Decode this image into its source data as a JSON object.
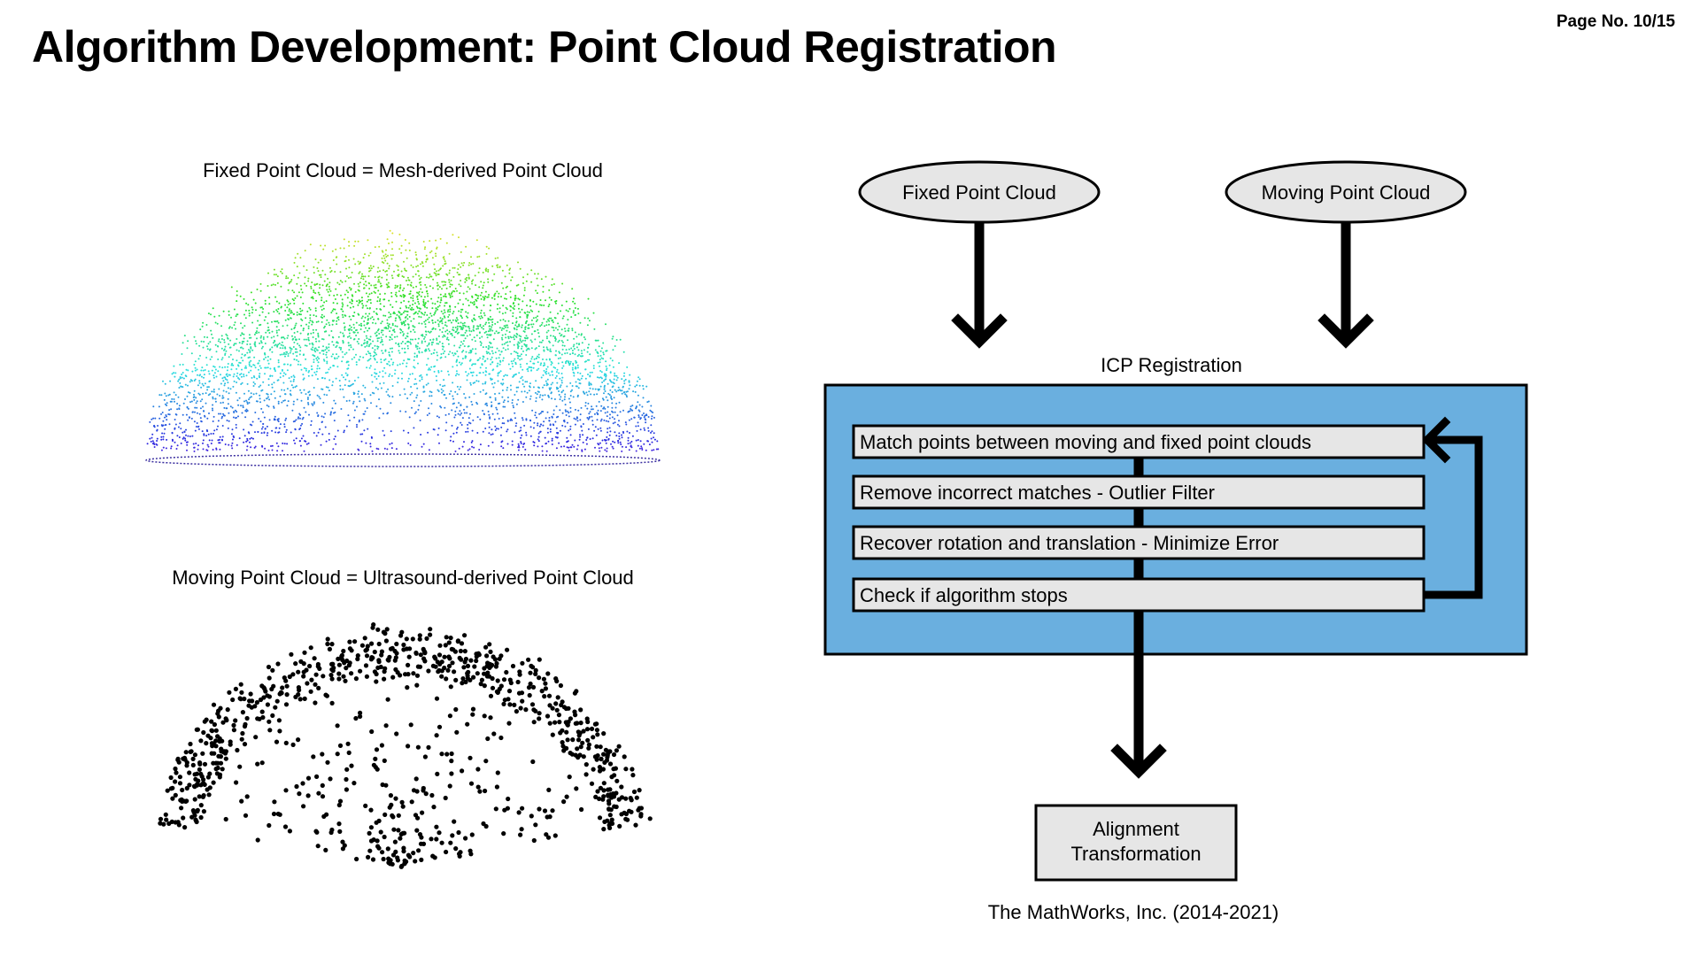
{
  "header": {
    "page_number": "Page No. 10/15",
    "title": "Algorithm Development: Point Cloud Registration"
  },
  "left": {
    "fixed_caption": "Fixed Point Cloud = Mesh-derived Point Cloud",
    "moving_caption": "Moving Point Cloud = Ultrasound-derived Point Cloud"
  },
  "diagram": {
    "fixed_input": "Fixed Point Cloud",
    "moving_input": "Moving Point Cloud",
    "icp_label": "ICP Registration",
    "steps": [
      "Match points between moving and fixed point clouds",
      "Remove incorrect matches - Outlier Filter",
      "Recover rotation and translation - Minimize Error",
      "Check if algorithm stops"
    ],
    "output_line1": "Alignment",
    "output_line2": "Transformation"
  },
  "footer": {
    "credit": "The MathWorks, Inc. (2014-2021)"
  },
  "colors": {
    "icp_box_fill": "#6aafdf",
    "step_fill": "#e6e6e6",
    "output_fill": "#e6e6e6",
    "ellipse_fill": "#e6e6e6"
  }
}
